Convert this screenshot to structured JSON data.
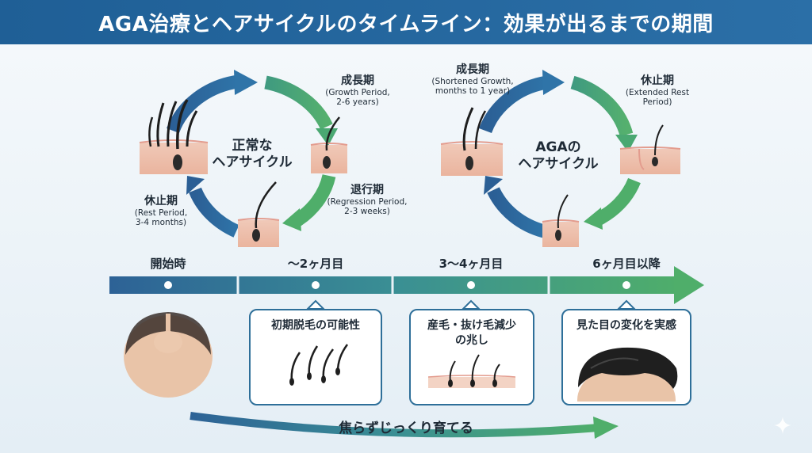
{
  "title": "AGA治療とヘアサイクルのタイムライン：効果が出るまでの期間",
  "normal_cycle": {
    "center": [
      "正常な",
      "ヘアサイクル"
    ],
    "growth": {
      "jp": "成長期",
      "en": [
        "(Growth Period,",
        "2-6 years)"
      ]
    },
    "regression": {
      "jp": "退行期",
      "en": [
        "(Regression Period,",
        "2-3 weeks)"
      ]
    },
    "rest": {
      "jp": "休止期",
      "en": [
        "(Rest Period,",
        "3-4 months)"
      ]
    }
  },
  "aga_cycle": {
    "center": [
      "AGAの",
      "ヘアサイクル"
    ],
    "growth": {
      "jp": "成長期",
      "en": [
        "(Shortened Growth,",
        "months to 1 year)"
      ]
    },
    "rest": {
      "jp": "休止期",
      "en": [
        "(Extended Rest",
        "Period)"
      ]
    }
  },
  "timeline": {
    "stages": [
      "開始時",
      "〜2ヶ月目",
      "3〜4ヶ月目",
      "6ヶ月目以降"
    ],
    "boxes": [
      [
        "初期脱毛の可能性"
      ],
      [
        "産毛・抜け毛減少",
        "の兆し"
      ],
      [
        "見た目の変化を実感"
      ]
    ]
  },
  "bottom_message": "焦らずじっくり育てる",
  "colors": {
    "blue": "#2e6a9e",
    "teal": "#3a9488",
    "green": "#4aa872",
    "title_bg": "#1f5f96"
  }
}
